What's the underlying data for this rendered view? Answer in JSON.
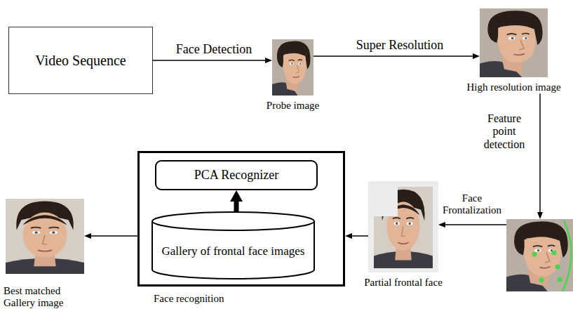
{
  "diagram": {
    "nodes": [
      {
        "text": [
          "Video Sequence"
        ]
      },
      {
        "text": [
          "Probe image"
        ]
      },
      {
        "text": [
          "High resolution image"
        ]
      },
      {
        "text": []
      },
      {
        "text": [
          "Partial frontal face"
        ]
      },
      {
        "text": [
          "Face recognition"
        ]
      },
      {
        "text": [
          "PCA Recognizer"
        ],
        "in": 5
      },
      {
        "text": [
          "Gallery of frontal face images"
        ],
        "in": 5
      },
      {
        "text": [
          "Best matched Gallery image"
        ]
      }
    ],
    "edges": [
      {
        "from": 0,
        "to": 1,
        "label": "Face Detection",
        "arrow": "to"
      },
      {
        "from": 1,
        "to": 2,
        "label": "Super Resolution",
        "arrow": "to"
      },
      {
        "from": 2,
        "to": 3,
        "label": "Feature point detection",
        "arrow": "to"
      },
      {
        "from": 3,
        "to": 4,
        "label": "Face Frontalization",
        "arrow": "to"
      },
      {
        "from": 4,
        "to": 5,
        "arrow": "to"
      },
      {
        "from": 7,
        "to": 6,
        "arrow": "to"
      },
      {
        "from": 5,
        "to": 8,
        "arrow": "to"
      }
    ]
  }
}
